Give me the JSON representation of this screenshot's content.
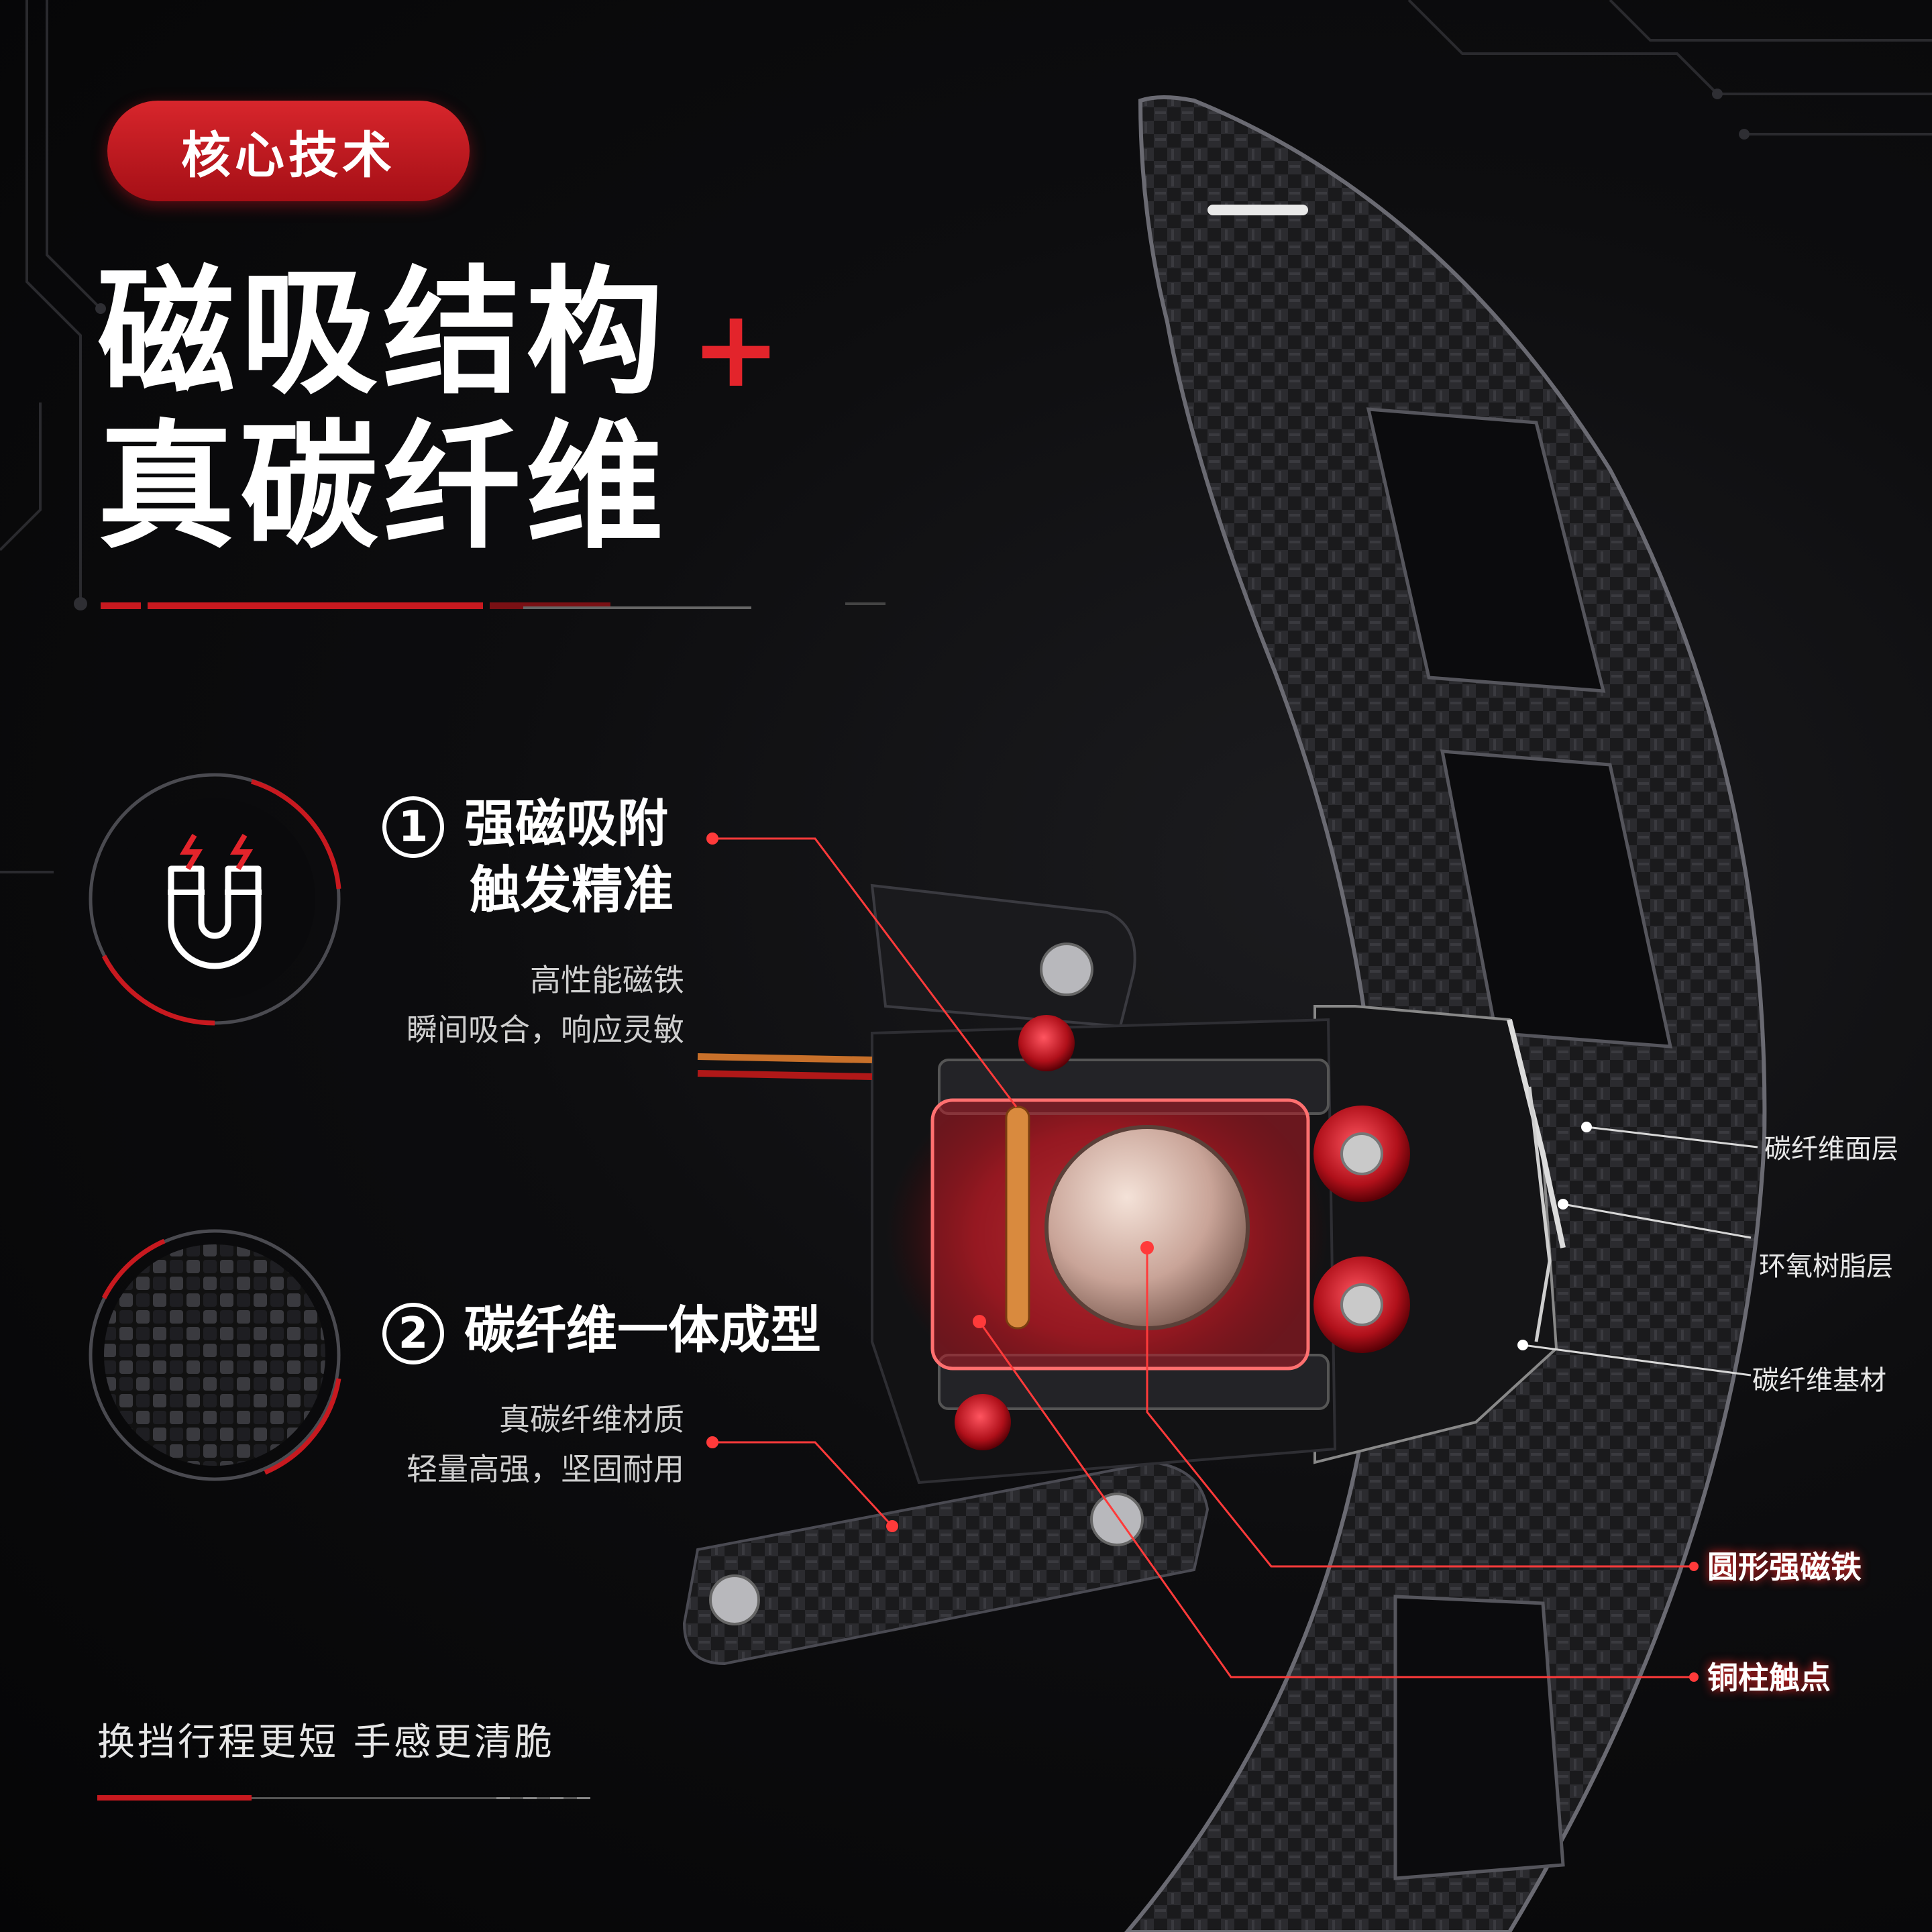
{
  "badge": {
    "label": "核心技术"
  },
  "headline": {
    "line1": "磁吸结构",
    "line2": "真碳纤维",
    "plus": "+"
  },
  "features": [
    {
      "number": "①",
      "title_line1": "强磁吸附",
      "title_line2": "触发精准",
      "desc_line1": "高性能磁铁",
      "desc_line2": "瞬间吸合，响应灵敏"
    },
    {
      "number": "②",
      "title_line1": "碳纤维一体成型",
      "desc_line1": "真碳纤维材质",
      "desc_line2": "轻量高强，坚固耐用"
    }
  ],
  "layer_labels": {
    "face": "碳纤维面层",
    "epoxy": "环氧树脂层",
    "base": "碳纤维基材"
  },
  "component_labels": {
    "magnet": "圆形强磁铁",
    "copper": "铜柱触点"
  },
  "footer": {
    "text": "换挡行程更短 手感更清脆"
  },
  "colors": {
    "accent": "#e3242b",
    "background": "#0a0a0c",
    "text": "#ffffff"
  },
  "icons": {
    "feature1": "magnet-icon",
    "feature2": "carbon-fiber-texture-icon"
  }
}
